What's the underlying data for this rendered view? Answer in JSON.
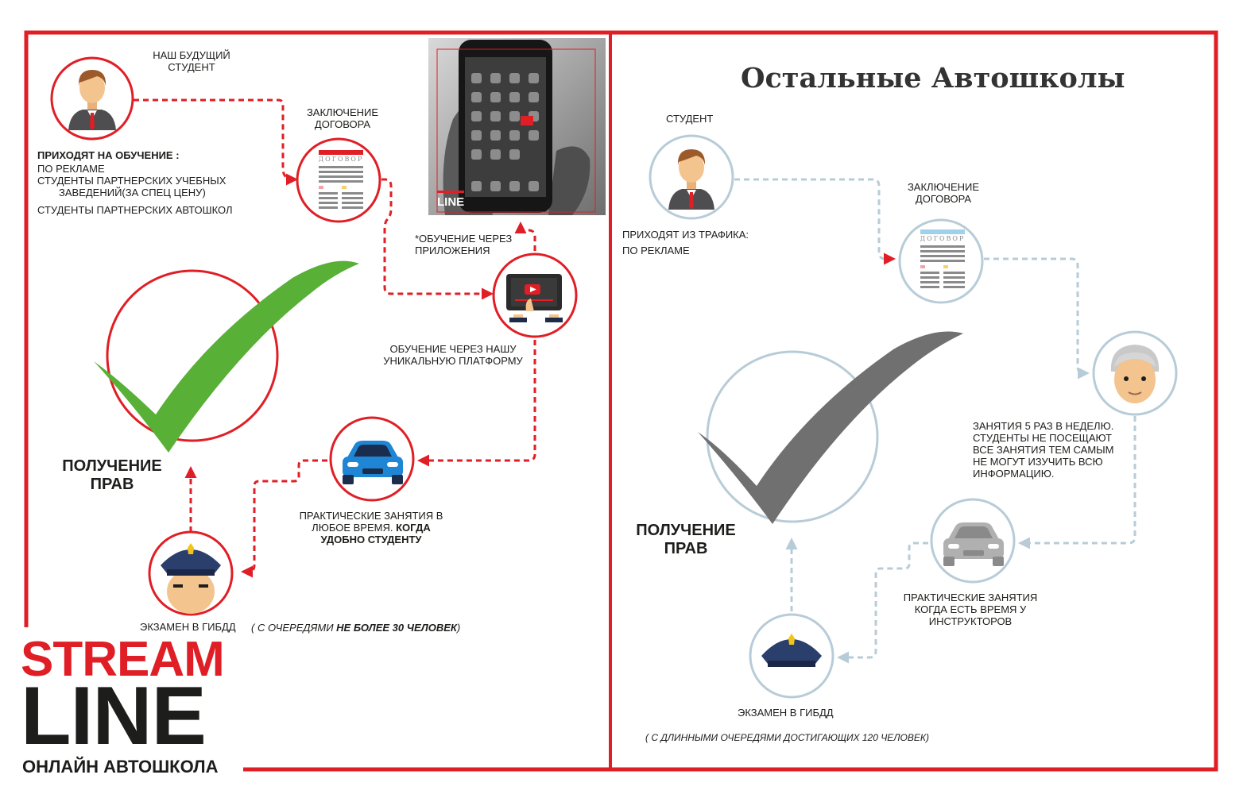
{
  "colors": {
    "accent": "#e01e25",
    "green": "#58b036",
    "gray_check": "#707070",
    "blue_light": "#b7ccd8",
    "text": "#1d1d1b"
  },
  "left": {
    "student_label": "НАШ БУДУЩИЙ СТУДЕНТ",
    "source_heading": "ПРИХОДЯТ НА ОБУЧЕНИЕ :",
    "source_items": [
      "ПО РЕКЛАМЕ",
      "СТУДЕНТЫ ПАРТНЕРСКИХ УЧЕБНЫХ",
      "ЗАВЕДЕНИЙ(ЗА СПЕЦ ЦЕНУ)",
      "СТУДЕНТЫ ПАРТНЕРСКИХ АВТОШКОЛ"
    ],
    "contract_label": "ЗАКЛЮЧЕНИЕ ДОГОВОРА",
    "contract_doc_word": "ДОГОВОР",
    "app_label_1": "*ОБУЧЕНИЕ ЧЕРЕЗ",
    "app_label_2": "ПРИЛОЖЕНИЯ",
    "platform_label": "ОБУЧЕНИЕ ЧЕРЕЗ НАШУ УНИКАЛЬНУЮ ПЛАТФОРМУ",
    "practice_label_1": "ПРАКТИЧЕСКИЕ ЗАНЯТИЯ В",
    "practice_label_2": "ЛЮБОЕ ВРЕМЯ.",
    "practice_label_bold_1": "КОГДА",
    "practice_label_bold_2": "УДОБНО СТУДЕНТУ",
    "exam_label": "ЭКЗАМЕН В ГИБДД",
    "queue_prefix": "( С ОЧЕРЕДЯМИ",
    "queue_bold": "НЕ БОЛЕЕ 30 ЧЕЛОВЕК",
    "queue_suffix": ")",
    "result_label": "ПОЛУЧЕНИЕ ПРАВ",
    "phone_logo": "LINE"
  },
  "right": {
    "title": "Остальные Автошколы",
    "student_label": "СТУДЕНТ",
    "source_heading": "ПРИХОДЯТ ИЗ ТРАФИКА:",
    "source_items": [
      "ПО РЕКЛАМЕ"
    ],
    "contract_label": "ЗАКЛЮЧЕНИЕ ДОГОВОРА",
    "contract_doc_word": "ДОГОВОР",
    "lessons_text": [
      "ЗАНЯТИЯ 5 РАЗ В НЕДЕЛЮ.",
      "СТУДЕНТЫ НЕ ПОСЕЩАЮТ",
      "ВСЕ ЗАНЯТИЯ ТЕМ САМЫМ",
      "НЕ МОГУТ ИЗУЧИТЬ ВСЮ",
      "ИНФОРМАЦИЮ."
    ],
    "practice_label": "ПРАКТИЧЕСКИЕ ЗАНЯТИЯ КОГДА ЕСТЬ ВРЕМЯ У ИНСТРУКТОРОВ",
    "exam_label": "ЭКЗАМЕН В ГИБДД",
    "queue_note": "( С ДЛИННЫМИ ОЧЕРЕДЯМИ ДОСТИГАЮЩИХ 120 ЧЕЛОВЕК)",
    "result_label": "ПОЛУЧЕНИЕ ПРАВ"
  },
  "logo": {
    "line1": "STREAM",
    "line2": "LINE",
    "tagline": "ОНЛАЙН АВТОШКОЛА"
  }
}
